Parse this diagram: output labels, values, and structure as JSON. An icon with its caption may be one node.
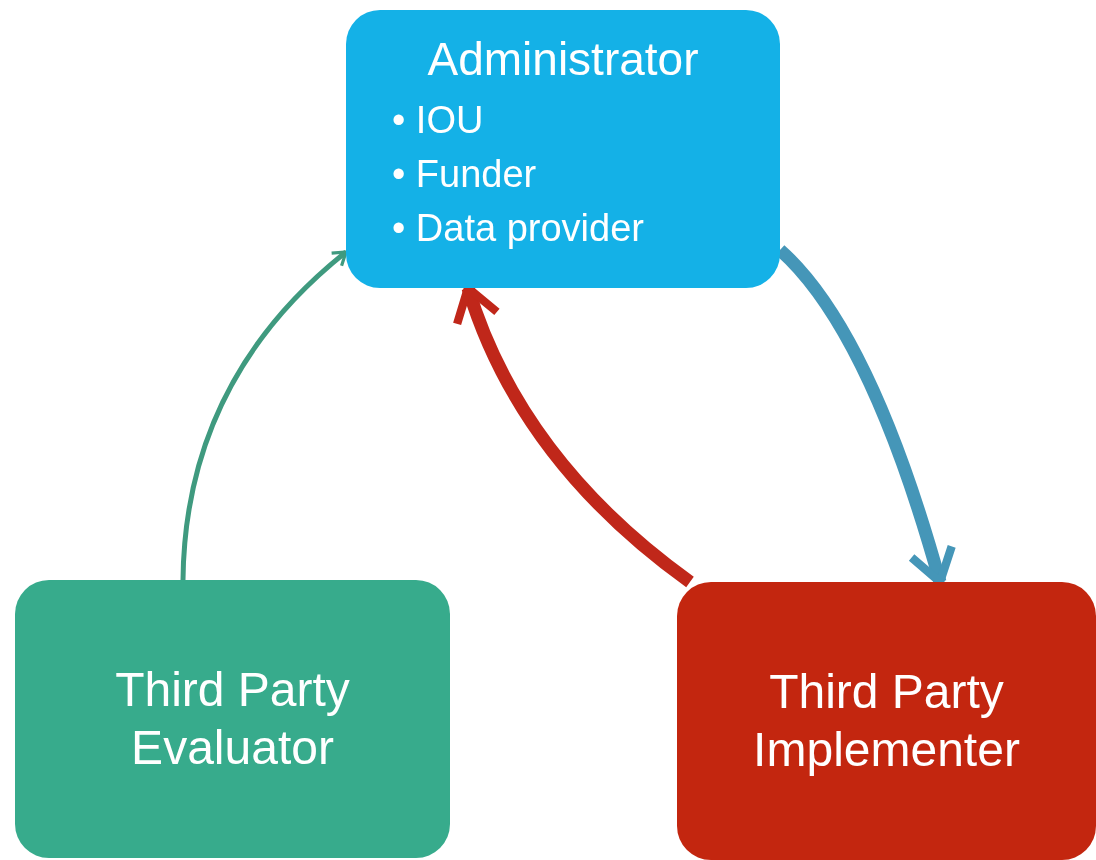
{
  "diagram": {
    "nodes": [
      {
        "text": [
          "Administrator",
          "• IOU",
          "• Funder",
          "• Data provider"
        ]
      },
      {
        "text": [
          "Third Party Evaluator"
        ]
      },
      {
        "text": [
          "Third Party Implementer"
        ]
      }
    ],
    "edges": [
      {
        "from": 0,
        "to": 2,
        "arrow": "to",
        "color": "#4596b8"
      },
      {
        "from": 2,
        "to": 0,
        "arrow": "to",
        "color": "#c0271a"
      },
      {
        "from": 1,
        "to": 0,
        "arrow": "to",
        "color": "#3f9a7f"
      }
    ]
  }
}
